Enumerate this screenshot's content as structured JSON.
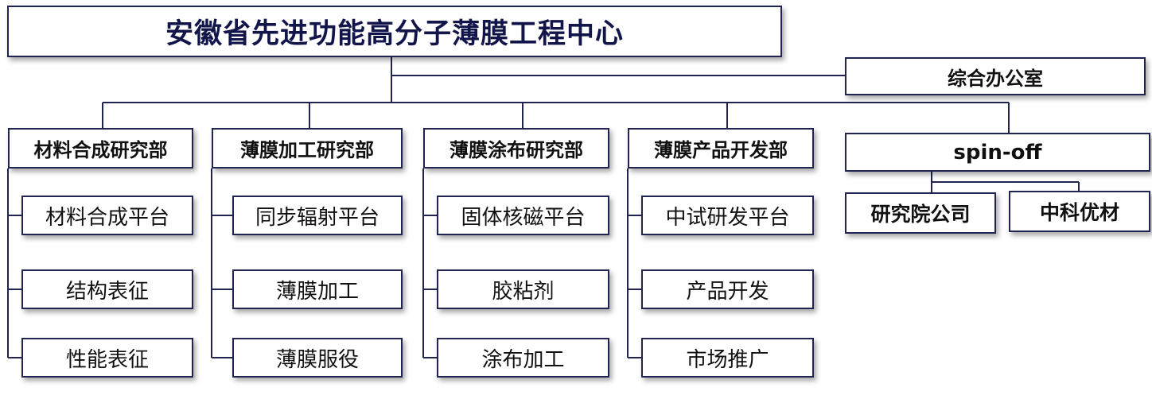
{
  "title": "安徽省先进功能高分子薄膜工程中心",
  "office": "综合办公室",
  "departments": [
    {
      "name": "材料合成研究部",
      "items": [
        "材料合成平台",
        "结构表征",
        "性能表征"
      ]
    },
    {
      "name": "薄膜加工研究部",
      "items": [
        "同步辐射平台",
        "薄膜加工",
        "薄膜服役"
      ]
    },
    {
      "name": "薄膜涂布研究部",
      "items": [
        "固体核磁平台",
        "胶粘剂",
        "涂布加工"
      ]
    },
    {
      "name": "薄膜产品开发部",
      "items": [
        "中试研发平台",
        "产品开发",
        "市场推广"
      ]
    }
  ],
  "spinoff": {
    "label": "spin-off",
    "companies": [
      "研究院公司",
      "中科优材"
    ]
  },
  "colors": {
    "line": "#1f2550",
    "title_text": "#12154a",
    "border": "#1f2550"
  }
}
